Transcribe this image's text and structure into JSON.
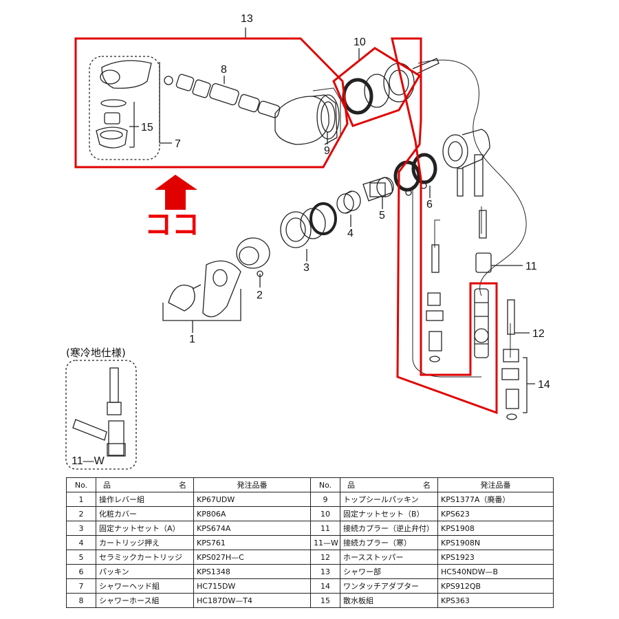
{
  "callouts": {
    "c13": "13",
    "c10": "10",
    "c8": "8",
    "c15": "15",
    "c7": "7",
    "c9": "9",
    "c6": "6",
    "c5": "5",
    "c4": "4",
    "c3": "3",
    "c2": "2",
    "c1": "1",
    "c11": "11",
    "c12": "12",
    "c14": "14",
    "c11w": "11—W"
  },
  "koko_label": "ココ",
  "variant_label": "(寒冷地仕様)",
  "colors": {
    "highlight": "#e00000",
    "line": "#222222"
  },
  "icons": {
    "pointer": "up-arrow-icon"
  },
  "table": {
    "headers": {
      "no": "No.",
      "name_left": "品",
      "name_right": "名",
      "code": "発注品番"
    },
    "rows": [
      [
        "1",
        "操作レバー組",
        "KP67UDW",
        "9",
        "トップシールパッキン",
        "KPS1377A（廃番）"
      ],
      [
        "2",
        "化粧カバー",
        "KP806A",
        "10",
        "固定ナットセット（B）",
        "KPS623"
      ],
      [
        "3",
        "固定ナットセット（A）",
        "KPS674A",
        "11",
        "接続カプラー（逆止弁付）",
        "KPS1908"
      ],
      [
        "4",
        "カートリッジ押え",
        "KPS761",
        "11—W",
        "接続カプラー（寒）",
        "KPS1908N"
      ],
      [
        "5",
        "セラミックカートリッジ",
        "KPS027H—C",
        "12",
        "ホースストッパー",
        "KPS1923"
      ],
      [
        "6",
        "パッキン",
        "KPS1348",
        "13",
        "シャワー部",
        "HC540NDW—B"
      ],
      [
        "7",
        "シャワーヘッド組",
        "HC715DW",
        "14",
        "ワンタッチアダプター",
        "KPS912QB"
      ],
      [
        "8",
        "シャワーホース組",
        "HC187DW—T4",
        "15",
        "散水板組",
        "KPS363"
      ]
    ]
  }
}
